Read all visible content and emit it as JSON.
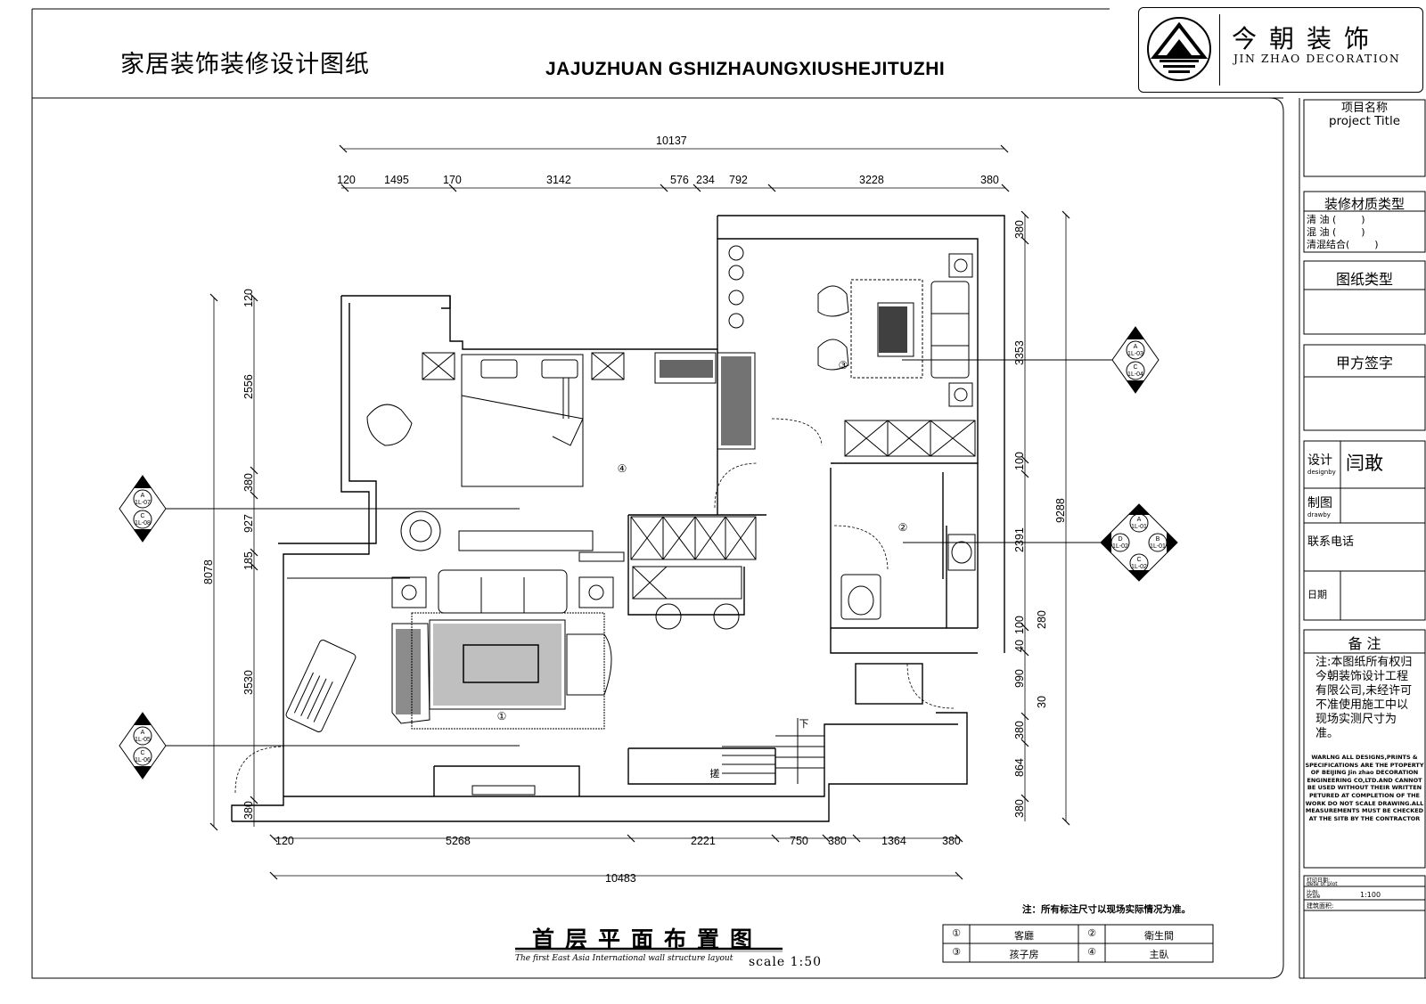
{
  "header": {
    "title_cn": "家居装饰装修设计图纸",
    "title_en": "JAJUZHUAN GSHIZHAUNGXIUSHEJITUZHI"
  },
  "logo": {
    "name_cn": "今朝装饰",
    "name_en": "JIN ZHAO DECORATION",
    "icon": "mountain-roof-logo-icon"
  },
  "title_block": {
    "project_cn": "项目名称",
    "project_en": "project Title",
    "material_title": "装修材质类型",
    "material_1": "清 油 (        )",
    "material_2": "混 油 (        )",
    "material_3": "清混结合(        )",
    "drawing_type": "图纸类型",
    "client_sign": "甲方签字",
    "design_cn": "设计",
    "design_en": "designby",
    "designer": "闫敢",
    "drafting_cn": "制图",
    "drafting_en": "drawby",
    "phone": "联系电话",
    "date": "日期",
    "remarks_title": "备 注",
    "remarks_text": "注:本图纸所有权归今朝装饰设计工程有限公司,未经许可不准使用施工中以现场实测尺寸为准。",
    "warning": "WARLNG ALL DESIGNS,PRINTS & SPECIFICATIONS ARE THE PTOPERTY OF BEIJING Jin zhao DECORATION ENGINEERING CO,LTD.AND CANNOT BE USED WITHOUT THEIR WRITTEN PETURED AT COMPLETION OF THE WORK DO NOT SCALE DRAWING.ALL MEASUREMENTS MUST BE CHECKED AT THE SITB BY THE CONTRACTOR",
    "print_date_cn": "打印日期:",
    "print_date_en": "dete of plot",
    "scale_cn": "比例:",
    "scale_en": "scale",
    "scale_value": "1:100",
    "area": "建筑面积:"
  },
  "drawing": {
    "title": "首层平面布置图",
    "subtitle": "The first East Asia International wall structure layout",
    "scale": "scale 1:50",
    "note": "注：所有标注尺寸以现场实际情况为准。"
  },
  "dimensions": {
    "top_total": "10137",
    "top": [
      "120",
      "1495",
      "170",
      "3142",
      "576",
      "234",
      "792",
      "3228",
      "380"
    ],
    "bottom_total": "10483",
    "bottom": [
      "120",
      "5268",
      "2221",
      "750",
      "380",
      "1364",
      "380"
    ],
    "left_total": "8078",
    "left": [
      "120",
      "2556",
      "380",
      "927",
      "185",
      "3530",
      "380"
    ],
    "right_total": "9288",
    "right": [
      "380",
      "3353",
      "100",
      "2391",
      "100",
      "40",
      "990",
      "380",
      "864",
      "380"
    ],
    "right_extra": [
      "280",
      "30"
    ]
  },
  "markers": {
    "m1": [
      "A",
      "1L-07",
      "C",
      "1L-08"
    ],
    "m2": [
      "A",
      "1L-05",
      "C",
      "1L-06"
    ],
    "m3": [
      "A",
      "1L-03",
      "C",
      "1L-04"
    ],
    "m4": [
      "A",
      "1L-01",
      "D",
      "1L-02",
      "B",
      "1L-01",
      "C",
      "1L-02"
    ]
  },
  "rooms": {
    "r1": "①",
    "r2": "②",
    "r3": "③",
    "r4": "④",
    "stair_down": "下",
    "stair_up": "搓"
  },
  "legend": [
    {
      "num": "①",
      "name": "客廳"
    },
    {
      "num": "②",
      "name": "衛生間"
    },
    {
      "num": "③",
      "name": "孩子房"
    },
    {
      "num": "④",
      "name": "主臥"
    }
  ]
}
